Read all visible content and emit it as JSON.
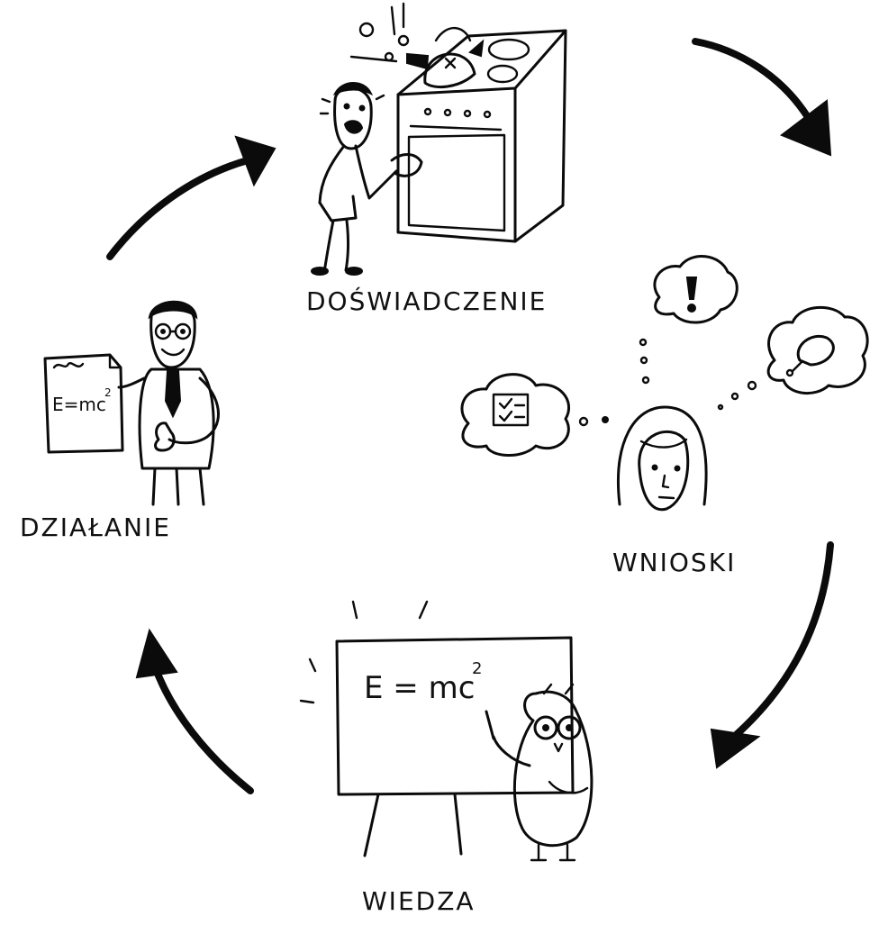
{
  "colors": {
    "ink": "#0b0b0b",
    "background": "#ffffff"
  },
  "stages": {
    "experience": {
      "label": "DOŚWIADCZENIE",
      "icon": "stove-kettle-icon"
    },
    "conclusions": {
      "label": "WNIOSKI",
      "icon": "thinking-woman-icon"
    },
    "knowledge": {
      "label": "WIEDZA",
      "icon": "owl-blackboard-icon"
    },
    "action": {
      "label": "DZIAŁANIE",
      "icon": "presenter-man-icon"
    }
  },
  "formulas": {
    "blackboard": "E = mc",
    "blackboard_exp": "2",
    "poster": "E=mc",
    "poster_exp": "2"
  }
}
